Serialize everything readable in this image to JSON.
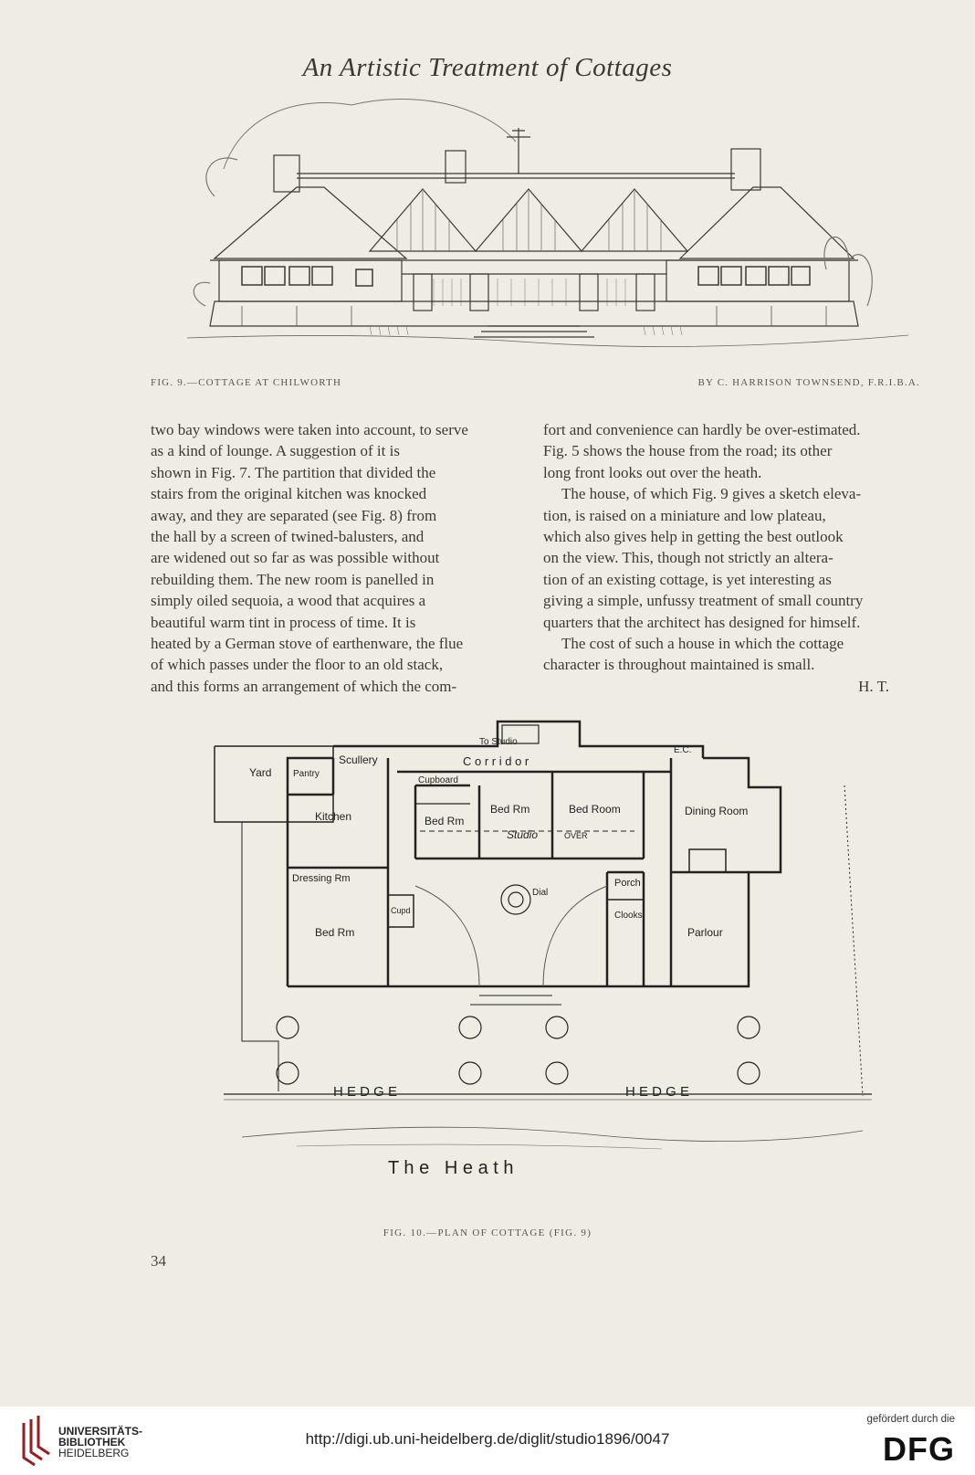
{
  "header": {
    "title": "An Artistic Treatment of Cottages"
  },
  "figure9": {
    "caption_left": "FIG. 9.—COTTAGE AT CHILWORTH",
    "caption_right": "BY C. HARRISON TOWNSEND, F.R.I.B.A."
  },
  "text": {
    "left_column": [
      "two bay windows were taken into account, to serve",
      "as a kind of lounge. A suggestion of it is",
      "shown in Fig. 7. The partition that divided the",
      "stairs from the original kitchen was knocked",
      "away, and they are separated (see Fig. 8) from",
      "the hall by a screen of twined-balusters, and",
      "are widened out so far as was possible without",
      "rebuilding them. The new room is panelled in",
      "simply oiled sequoia, a wood that acquires a",
      "beautiful warm tint in process of time. It is",
      "heated by a German stove of earthenware, the flue",
      "of which passes under the floor to an old stack,",
      "and this forms an arrangement of which the com-"
    ],
    "right_column": [
      "fort and convenience can hardly be over-estimated.",
      "Fig. 5 shows the house from the road; its other",
      "long front looks out over the heath.",
      "The house, of which Fig. 9 gives a sketch eleva-",
      "tion, is raised on a miniature and low plateau,",
      "which also gives help in getting the best outlook",
      "on the view. This, though not strictly an altera-",
      "tion of an existing cottage, is yet interesting as",
      "giving a simple, unfussy treatment of small country",
      "quarters that the architect has designed for himself.",
      "The cost of such a house in which the cottage",
      "character is throughout maintained is small.",
      "H. T."
    ]
  },
  "plan": {
    "labels": {
      "to_studio": "To Studio",
      "corridor": "C o r r i d o r",
      "wc": "E.C.",
      "yard": "Yard",
      "pantry": "Pantry",
      "scullery": "Scullery",
      "cupboard": "Cupboard",
      "kitchen": "Kitchen",
      "bed_rm_1": "Bed Rm",
      "bed_rm_2": "Bed Rm",
      "bed_room": "Bed Room",
      "studio": "Studio",
      "over": "OVER",
      "dining_room": "Dining Room",
      "dressing_rm": "Dressing Rm",
      "porch": "Porch",
      "cups": "Cupd",
      "dial": "Dial",
      "clooks": "Clooks",
      "bed_rm_3": "Bed Rm",
      "parlour": "Parlour",
      "hedge_1": "H E D G E",
      "hedge_2": "H E D G E",
      "the_heath": "T h e   H e a t h"
    },
    "caption": "FIG. 10.—PLAN OF COTTAGE (FIG. 9)"
  },
  "page_number": "34",
  "footer": {
    "library_line1": "UNIVERSITÄTS-",
    "library_line2": "BIBLIOTHEK",
    "library_line3": "HEIDELBERG",
    "url": "http://digi.ub.uni-heidelberg.de/diglit/studio1896/0047",
    "funded_by": "gefördert durch die",
    "dfg": "DFG"
  }
}
